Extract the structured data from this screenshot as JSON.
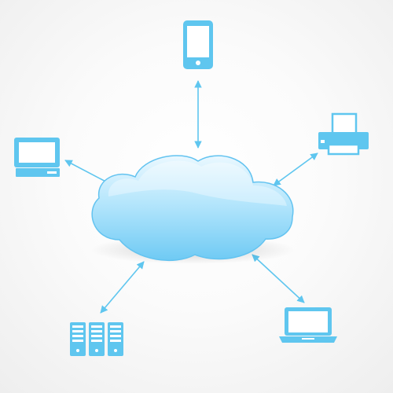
{
  "diagram": {
    "nodes": [
      {
        "id": "cloud",
        "icon": "cloud-icon"
      },
      {
        "id": "smartphone",
        "icon": "smartphone-icon"
      },
      {
        "id": "printer",
        "icon": "printer-icon"
      },
      {
        "id": "desktop-monitor",
        "icon": "monitor-icon"
      },
      {
        "id": "server-rack",
        "icon": "server-icon"
      },
      {
        "id": "laptop",
        "icon": "laptop-icon"
      }
    ],
    "edges": [
      {
        "from": "cloud",
        "to": "smartphone",
        "arrows": "both"
      },
      {
        "from": "cloud",
        "to": "printer",
        "arrows": "both"
      },
      {
        "from": "cloud",
        "to": "desktop-monitor",
        "arrows": "both"
      },
      {
        "from": "cloud",
        "to": "server-rack",
        "arrows": "both"
      },
      {
        "from": "cloud",
        "to": "laptop",
        "arrows": "both"
      }
    ]
  },
  "colors": {
    "icon": "#5fc6ef",
    "arrow": "#5fc6ef",
    "cloud_top": "#eaf8ff",
    "cloud_mid": "#a9e1fb",
    "cloud_bottom": "#6fcaf4",
    "cloud_edge": "#63c3f0"
  }
}
